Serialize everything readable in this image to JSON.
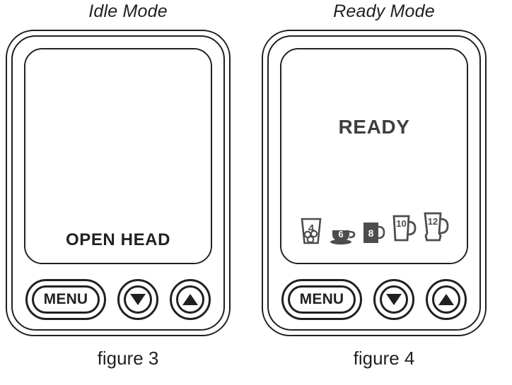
{
  "figures": [
    {
      "mode_title": "Idle Mode",
      "caption": "figure 3",
      "screen": {
        "status_text": "OPEN HEAD",
        "status_position": "bottom",
        "show_sizes": false,
        "sizes": []
      },
      "controls": {
        "menu_label": "MENU",
        "down_icon": "triangle-down-icon",
        "up_icon": "triangle-up-icon"
      }
    },
    {
      "mode_title": "Ready Mode",
      "caption": "figure 4",
      "screen": {
        "status_text": "READY",
        "status_position": "top",
        "show_sizes": true,
        "sizes": [
          {
            "value": "4",
            "icon": "iced-glass-icon",
            "style": "outline"
          },
          {
            "value": "6",
            "icon": "cup-saucer-icon",
            "style": "filled"
          },
          {
            "value": "8",
            "icon": "small-mug-icon",
            "style": "filled"
          },
          {
            "value": "10",
            "icon": "tall-mug-icon",
            "style": "outline"
          },
          {
            "value": "12",
            "icon": "travel-mug-icon",
            "style": "outline"
          }
        ]
      },
      "controls": {
        "menu_label": "MENU",
        "down_icon": "triangle-down-icon",
        "up_icon": "triangle-up-icon"
      }
    }
  ],
  "colors": {
    "outline": "#231f20",
    "screen_text": "#3f3f40",
    "icon_fill": "#4d4d4f",
    "background": "#ffffff"
  }
}
